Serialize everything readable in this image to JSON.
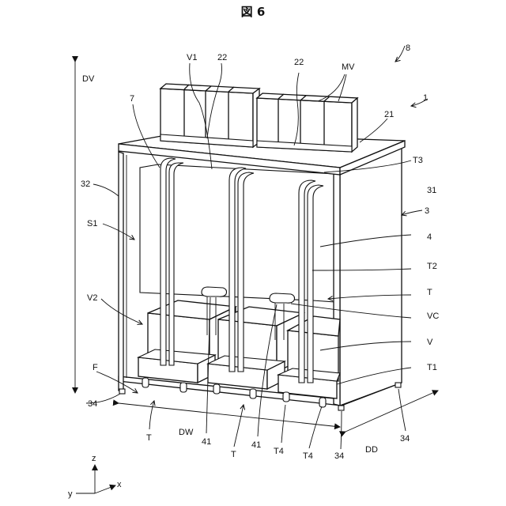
{
  "figure": {
    "title": "図 6"
  },
  "labels": {
    "l_8": "8",
    "l_1": "1",
    "l_dv": "DV",
    "l_v1": "V1",
    "l_22a": "22",
    "l_22b": "22",
    "l_mv": "MV",
    "l_7": "7",
    "l_21": "21",
    "l_t3": "T3",
    "l_32": "32",
    "l_31": "31",
    "l_3": "3",
    "l_s1": "S1",
    "l_4": "4",
    "l_t2": "T2",
    "l_v2": "V2",
    "l_t_right": "T",
    "l_vc": "VC",
    "l_v": "V",
    "l_f": "F",
    "l_t1": "T1",
    "l_34a": "34",
    "l_t_a": "T",
    "l_dw": "DW",
    "l_41a": "41",
    "l_t_b": "T",
    "l_41b": "41",
    "l_t4a": "T4",
    "l_t4b": "T4",
    "l_34b": "34",
    "l_dd": "DD",
    "l_34c": "34",
    "l_z": "z",
    "l_x": "x",
    "l_y": "y"
  }
}
